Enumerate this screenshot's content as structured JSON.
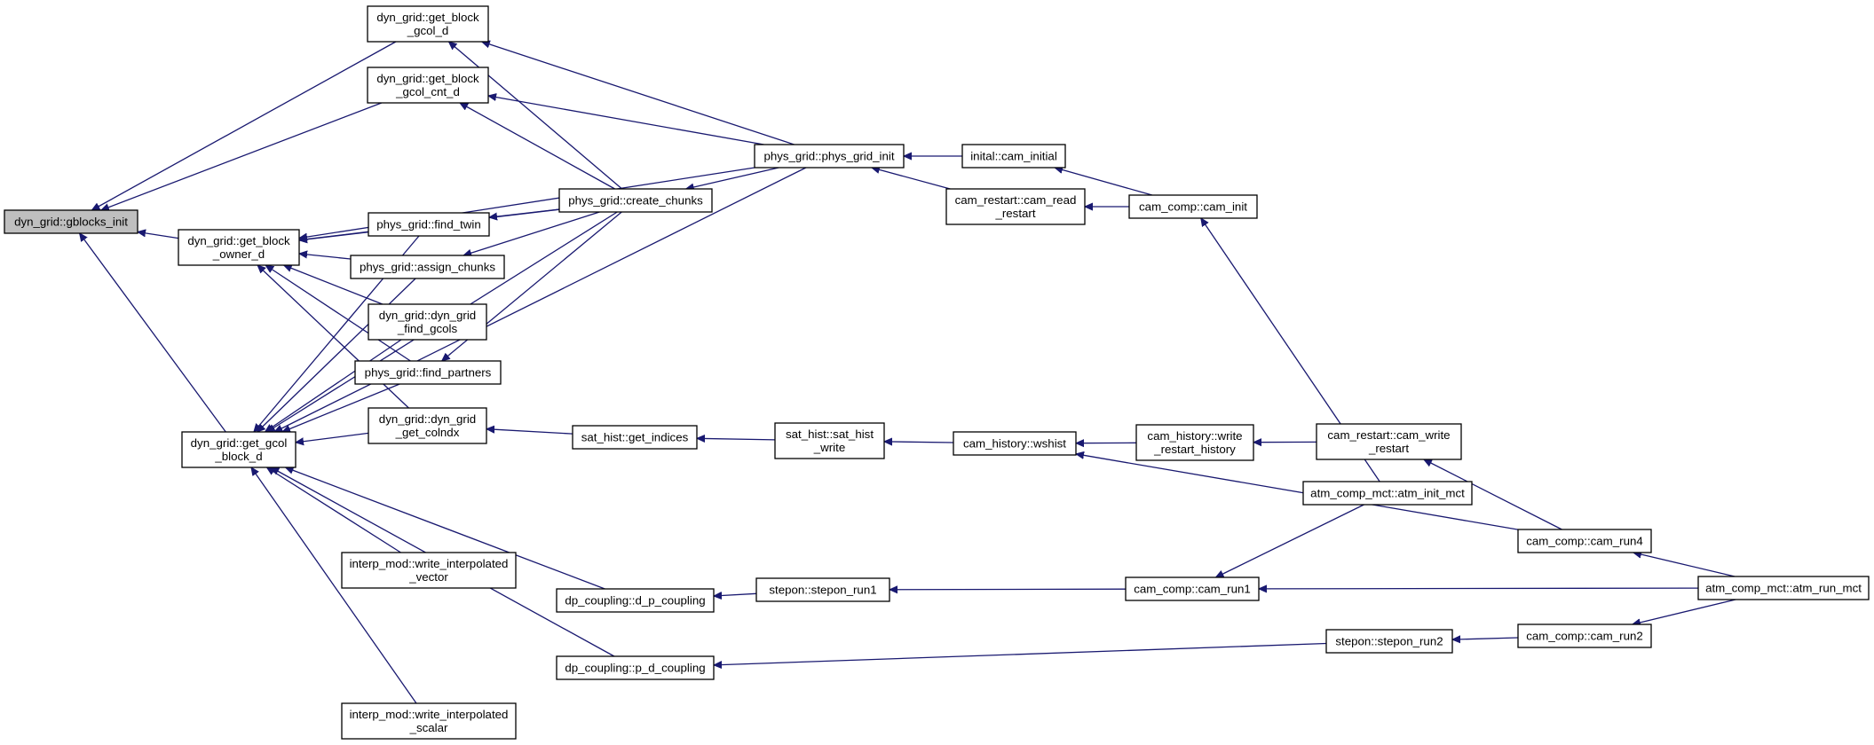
{
  "colors": {
    "edge": "#191970",
    "node_border": "#000000",
    "node_fill": "#ffffff",
    "root_fill": "#bfbfbf"
  },
  "nodes": [
    {
      "id": "gblocks_init",
      "lines": [
        "dyn_grid::gblocks_init"
      ],
      "root": true
    },
    {
      "id": "get_block_gcol_d",
      "lines": [
        "dyn_grid::get_block",
        "_gcol_d"
      ]
    },
    {
      "id": "get_block_gcol_cnt_d",
      "lines": [
        "dyn_grid::get_block",
        "_gcol_cnt_d"
      ]
    },
    {
      "id": "get_block_owner_d",
      "lines": [
        "dyn_grid::get_block",
        "_owner_d"
      ]
    },
    {
      "id": "get_gcol_block_d",
      "lines": [
        "dyn_grid::get_gcol",
        "_block_d"
      ]
    },
    {
      "id": "phys_grid_init",
      "lines": [
        "phys_grid::phys_grid_init"
      ]
    },
    {
      "id": "create_chunks",
      "lines": [
        "phys_grid::create_chunks"
      ]
    },
    {
      "id": "find_twin",
      "lines": [
        "phys_grid::find_twin"
      ]
    },
    {
      "id": "assign_chunks",
      "lines": [
        "phys_grid::assign_chunks"
      ]
    },
    {
      "id": "dyn_grid_find_gcols",
      "lines": [
        "dyn_grid::dyn_grid",
        "_find_gcols"
      ]
    },
    {
      "id": "find_partners",
      "lines": [
        "phys_grid::find_partners"
      ]
    },
    {
      "id": "dyn_grid_get_colndx",
      "lines": [
        "dyn_grid::dyn_grid",
        "_get_colndx"
      ]
    },
    {
      "id": "get_indices",
      "lines": [
        "sat_hist::get_indices"
      ]
    },
    {
      "id": "sat_hist_write",
      "lines": [
        "sat_hist::sat_hist",
        "_write"
      ]
    },
    {
      "id": "wshist",
      "lines": [
        "cam_history::wshist"
      ]
    },
    {
      "id": "write_restart_history",
      "lines": [
        "cam_history::write",
        "_restart_history"
      ]
    },
    {
      "id": "cam_write_restart",
      "lines": [
        "cam_restart::cam_write",
        "_restart"
      ]
    },
    {
      "id": "cam_initial",
      "lines": [
        "inital::cam_initial"
      ]
    },
    {
      "id": "cam_read_restart",
      "lines": [
        "cam_restart::cam_read",
        "_restart"
      ]
    },
    {
      "id": "cam_init",
      "lines": [
        "cam_comp::cam_init"
      ]
    },
    {
      "id": "atm_init_mct",
      "lines": [
        "atm_comp_mct::atm_init_mct"
      ]
    },
    {
      "id": "cam_run4",
      "lines": [
        "cam_comp::cam_run4"
      ]
    },
    {
      "id": "atm_run_mct",
      "lines": [
        "atm_comp_mct::atm_run_mct"
      ]
    },
    {
      "id": "write_interpolated_vector",
      "lines": [
        "interp_mod::write_interpolated",
        "_vector"
      ]
    },
    {
      "id": "write_interpolated_scalar",
      "lines": [
        "interp_mod::write_interpolated",
        "_scalar"
      ]
    },
    {
      "id": "d_p_coupling",
      "lines": [
        "dp_coupling::d_p_coupling"
      ]
    },
    {
      "id": "p_d_coupling",
      "lines": [
        "dp_coupling::p_d_coupling"
      ]
    },
    {
      "id": "stepon_run1",
      "lines": [
        "stepon::stepon_run1"
      ]
    },
    {
      "id": "stepon_run2",
      "lines": [
        "stepon::stepon_run2"
      ]
    },
    {
      "id": "cam_run1",
      "lines": [
        "cam_comp::cam_run1"
      ]
    },
    {
      "id": "cam_run2",
      "lines": [
        "cam_comp::cam_run2"
      ]
    }
  ],
  "edges": [
    {
      "from": "get_block_gcol_d",
      "to": "gblocks_init"
    },
    {
      "from": "get_block_gcol_cnt_d",
      "to": "gblocks_init"
    },
    {
      "from": "get_block_owner_d",
      "to": "gblocks_init"
    },
    {
      "from": "get_gcol_block_d",
      "to": "gblocks_init"
    },
    {
      "from": "phys_grid_init",
      "to": "get_block_gcol_d"
    },
    {
      "from": "create_chunks",
      "to": "get_block_gcol_d"
    },
    {
      "from": "phys_grid_init",
      "to": "get_block_gcol_cnt_d"
    },
    {
      "from": "create_chunks",
      "to": "get_block_gcol_cnt_d"
    },
    {
      "from": "phys_grid_init",
      "to": "get_block_owner_d"
    },
    {
      "from": "create_chunks",
      "to": "get_block_owner_d"
    },
    {
      "from": "find_twin",
      "to": "get_block_owner_d"
    },
    {
      "from": "assign_chunks",
      "to": "get_block_owner_d"
    },
    {
      "from": "dyn_grid_find_gcols",
      "to": "get_block_owner_d"
    },
    {
      "from": "find_partners",
      "to": "get_block_owner_d"
    },
    {
      "from": "dyn_grid_get_colndx",
      "to": "get_block_owner_d"
    },
    {
      "from": "find_twin",
      "to": "get_gcol_block_d"
    },
    {
      "from": "assign_chunks",
      "to": "get_gcol_block_d"
    },
    {
      "from": "dyn_grid_find_gcols",
      "to": "get_gcol_block_d"
    },
    {
      "from": "find_partners",
      "to": "get_gcol_block_d"
    },
    {
      "from": "dyn_grid_get_colndx",
      "to": "get_gcol_block_d"
    },
    {
      "from": "create_chunks",
      "to": "get_gcol_block_d"
    },
    {
      "from": "phys_grid_init",
      "to": "get_gcol_block_d"
    },
    {
      "from": "write_interpolated_vector",
      "to": "get_gcol_block_d"
    },
    {
      "from": "d_p_coupling",
      "to": "get_gcol_block_d"
    },
    {
      "from": "p_d_coupling",
      "to": "get_gcol_block_d"
    },
    {
      "from": "write_interpolated_scalar",
      "to": "get_gcol_block_d"
    },
    {
      "from": "create_chunks",
      "to": "find_twin"
    },
    {
      "from": "create_chunks",
      "to": "assign_chunks"
    },
    {
      "from": "create_chunks",
      "to": "find_partners"
    },
    {
      "from": "phys_grid_init",
      "to": "create_chunks"
    },
    {
      "from": "cam_initial",
      "to": "phys_grid_init"
    },
    {
      "from": "cam_read_restart",
      "to": "phys_grid_init"
    },
    {
      "from": "cam_init",
      "to": "cam_initial"
    },
    {
      "from": "cam_init",
      "to": "cam_read_restart"
    },
    {
      "from": "atm_init_mct",
      "to": "cam_init"
    },
    {
      "from": "get_indices",
      "to": "dyn_grid_get_colndx"
    },
    {
      "from": "sat_hist_write",
      "to": "get_indices"
    },
    {
      "from": "wshist",
      "to": "sat_hist_write"
    },
    {
      "from": "write_restart_history",
      "to": "wshist"
    },
    {
      "from": "cam_run4",
      "to": "wshist"
    },
    {
      "from": "cam_write_restart",
      "to": "write_restart_history"
    },
    {
      "from": "cam_run4",
      "to": "cam_write_restart"
    },
    {
      "from": "atm_run_mct",
      "to": "cam_run4"
    },
    {
      "from": "stepon_run1",
      "to": "d_p_coupling"
    },
    {
      "from": "cam_run1",
      "to": "stepon_run1"
    },
    {
      "from": "atm_run_mct",
      "to": "cam_run1"
    },
    {
      "from": "atm_init_mct",
      "to": "cam_run1"
    },
    {
      "from": "stepon_run2",
      "to": "p_d_coupling"
    },
    {
      "from": "cam_run2",
      "to": "stepon_run2"
    },
    {
      "from": "atm_run_mct",
      "to": "cam_run2"
    }
  ]
}
